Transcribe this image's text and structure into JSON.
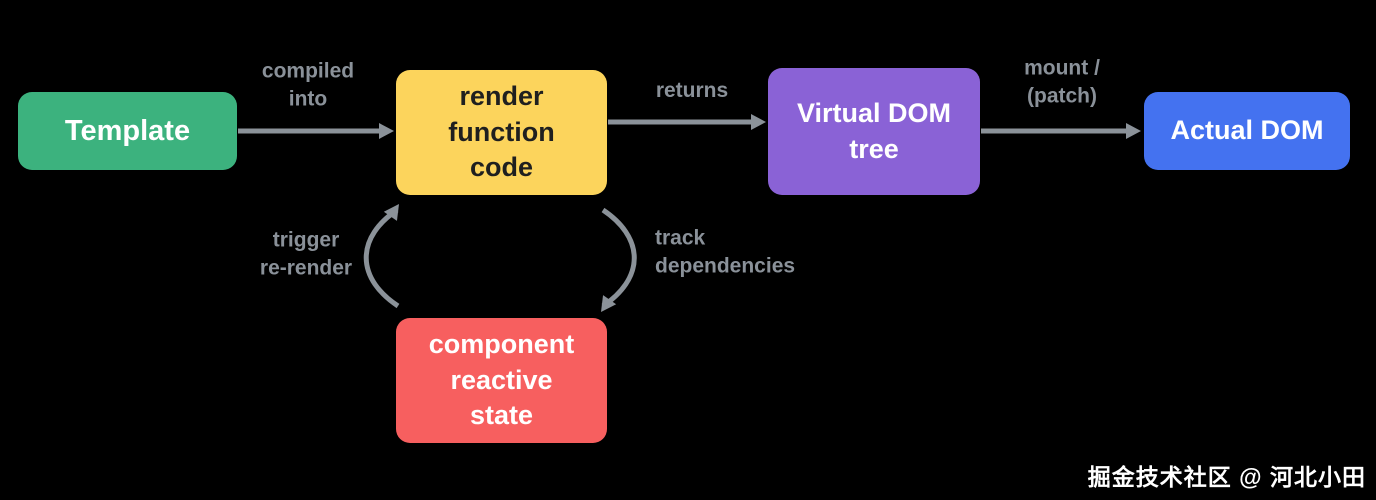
{
  "diagram": {
    "title_hint": "Vue render pipeline",
    "nodes": {
      "template": {
        "label": "Template",
        "color": "#3cb27e",
        "text_color": "#ffffff"
      },
      "render_function": {
        "label": "render\nfunction\ncode",
        "color": "#fcd45c",
        "text_color": "#1f1f1f"
      },
      "virtual_dom": {
        "label": "Virtual DOM\ntree",
        "color": "#8a62d6",
        "text_color": "#ffffff"
      },
      "actual_dom": {
        "label": "Actual DOM",
        "color": "#4472f0",
        "text_color": "#ffffff"
      },
      "reactive_state": {
        "label": "component\nreactive\nstate",
        "color": "#f75f5f",
        "text_color": "#ffffff"
      }
    },
    "edges": {
      "compile": {
        "from": "template",
        "to": "render_function",
        "label": "compiled\ninto"
      },
      "returns": {
        "from": "render_function",
        "to": "virtual_dom",
        "label": "returns"
      },
      "mount": {
        "from": "virtual_dom",
        "to": "actual_dom",
        "label": "mount /\n(patch)"
      },
      "trigger": {
        "from": "reactive_state",
        "to": "render_function",
        "label": "trigger\nre-render"
      },
      "track": {
        "from": "render_function",
        "to": "reactive_state",
        "label": "track\ndependencies"
      }
    },
    "colors": {
      "background": "#000000",
      "arrow": "#8b9299",
      "label": "#8a9199"
    }
  },
  "watermark": {
    "text": "掘金技术社区 @ 河北小田"
  }
}
